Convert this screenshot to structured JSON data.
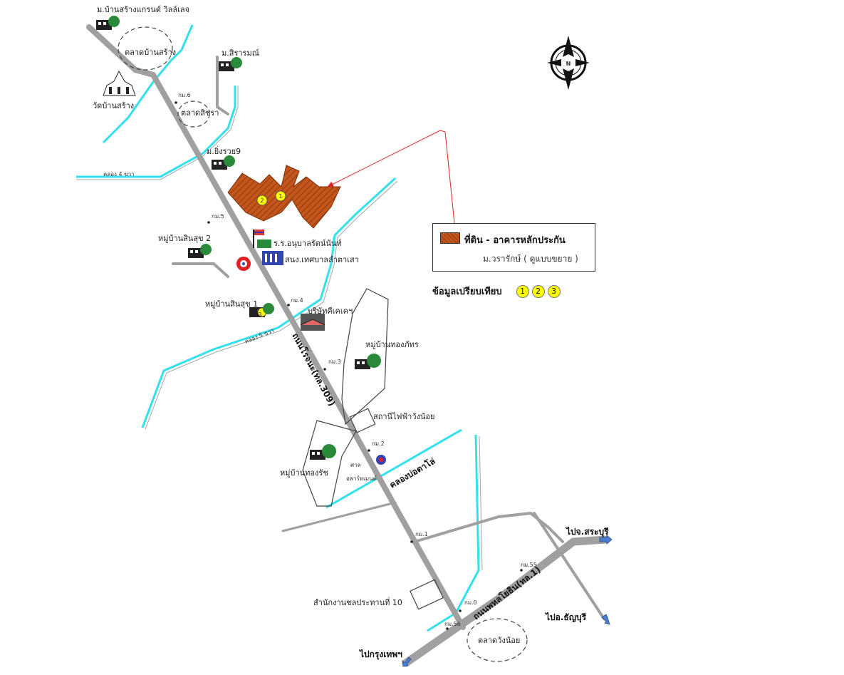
{
  "colors": {
    "road": "#a0a0a0",
    "canal": "#33e0ee",
    "parcel": "#c4551b",
    "marker": "#ffff00",
    "arrow": "#e02020"
  },
  "places": {
    "village_grand": "ม.บ้านสร้างแกรนด์ วิลล์เลจ",
    "market_bansang": "ตลาดบ้านสร้าง",
    "wat_bansang": "วัดบ้านสร้าง",
    "village_siram": "ม.สิรารมณ์",
    "market_sithara": "ตลาดสิชรา",
    "km6": "กม.6",
    "village_yingruay": "ม.ยิ่งรวย9",
    "canal4": "คลอง 4 ขวา",
    "km5": "กม.5",
    "village_sinsuk2": "หมู่บ้านสินสุข 2",
    "school": "ร.ร.อนุบาลรัตน์นันท์",
    "municipal": "สนง.เทศบาลลำตาเสา",
    "km4": "กม.4",
    "village_sinsuk1": "หมู่บ้านสินสุข 1",
    "company": "บริษัทคีเคเคฯ",
    "canal5": "คลอง 5 ขวา",
    "road_name": "ถนนโรจนะ(ทล.309)",
    "village_thongphat": "หมู่บ้านทองภัทร",
    "km3": "กม.3",
    "power_station": "สถานีไฟฟ้าวังน้อย",
    "km2": "กม.2",
    "shrine": "ศาล",
    "shrine2": "อพาร์ทเมนต์",
    "village_thongrat": "หมู่บ้านทองรัช",
    "canal_bota": "คลองบ่อตาโล่",
    "km1": "กม.1",
    "to_saraburi": "ไปจ.สระบุรี",
    "km55": "กม.55",
    "highway_name": "ถนนพหลโยธิน(ทล.1)",
    "office_10": "สำนักงานชลประทานที่ 10",
    "km0": "กม.0",
    "km56": "กม.56",
    "to_thanyaburi": "ไปอ.ธัญบุรี",
    "market_wangnoi": "ตลาดวังน้อย",
    "to_bangkok": "ไปกรุงเทพฯ",
    "marker1": "1",
    "marker2": "2",
    "marker3": "3",
    "compass_n": "N"
  },
  "legend": {
    "title": "ที่ดิน - อาคารหลักประกัน",
    "subtitle": "ม.วรารักษ์ ( ดูแบบขยาย )"
  },
  "compare": {
    "label": "ข้อมูลเปรียบเทียบ",
    "items": [
      "1",
      "2",
      "3"
    ]
  }
}
